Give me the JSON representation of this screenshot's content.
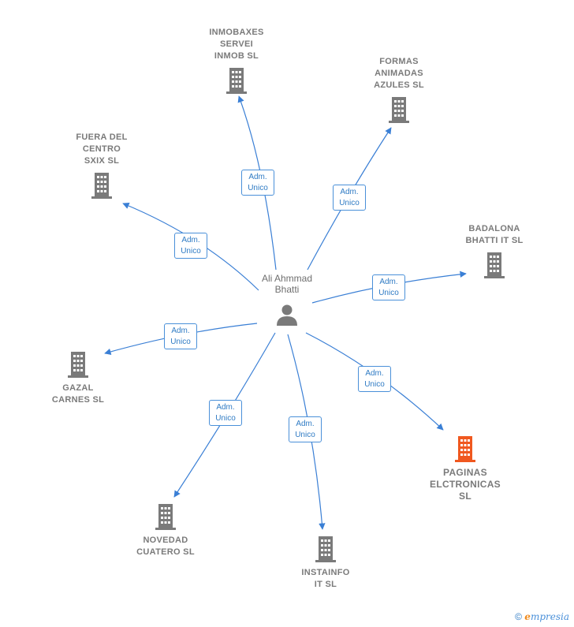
{
  "person": {
    "name_line1": "Ali Ahmmad",
    "name_line2": "Bhatti",
    "icon": "person-icon"
  },
  "role_label": {
    "line1": "Adm.",
    "line2": "Unico"
  },
  "companies": [
    {
      "id": "inmobaxes",
      "lines": [
        "INMOBAXES",
        "SERVEI",
        "INMOB  SL"
      ],
      "highlight": false
    },
    {
      "id": "formas",
      "lines": [
        "FORMAS",
        "ANIMADAS",
        "AZULES  SL"
      ],
      "highlight": false
    },
    {
      "id": "fuera",
      "lines": [
        "FUERA DEL",
        "CENTRO",
        "SXIX  SL"
      ],
      "highlight": false
    },
    {
      "id": "badalona",
      "lines": [
        "BADALONA",
        "BHATTI IT  SL"
      ],
      "highlight": false
    },
    {
      "id": "gazal",
      "lines": [
        "GAZAL",
        "CARNES  SL"
      ],
      "highlight": false
    },
    {
      "id": "paginas",
      "lines": [
        "PAGINAS",
        "ELCTRONICAS",
        "SL"
      ],
      "highlight": true
    },
    {
      "id": "novedad",
      "lines": [
        "NOVEDAD",
        "CUATERO  SL"
      ],
      "highlight": false
    },
    {
      "id": "instainfo",
      "lines": [
        "INSTAINFO",
        "IT  SL"
      ],
      "highlight": false
    }
  ],
  "colors": {
    "edge": "#3a7fd5",
    "building": "#7a7a7a",
    "building_highlight": "#f0581f",
    "role_border": "#4a90d9"
  },
  "footer": {
    "copyright": "©",
    "brand_e": "e",
    "brand_rest": "mpresia"
  }
}
